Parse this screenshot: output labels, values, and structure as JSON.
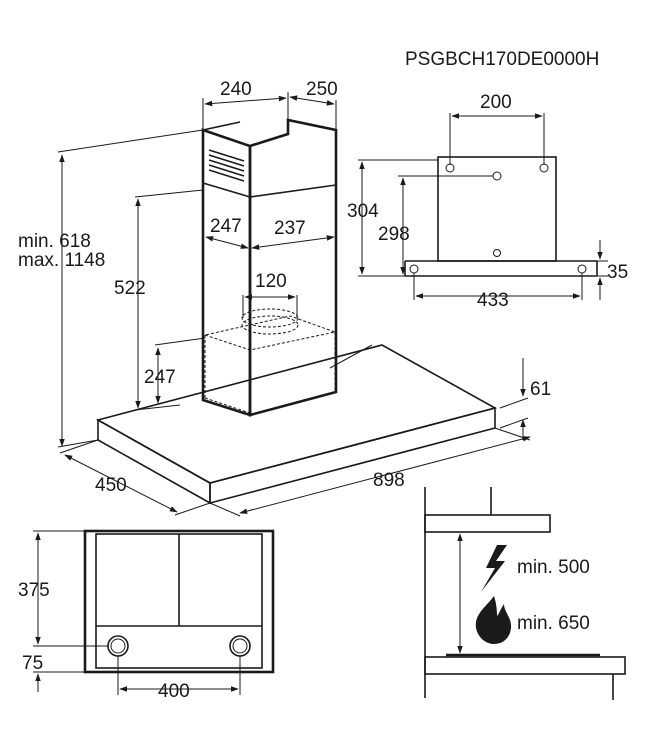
{
  "model_code": "PSGBCH170DE0000H",
  "main_view": {
    "chimney_width": "240",
    "chimney_depth": "250",
    "height_range": [
      "min. 618",
      "max. 1148"
    ],
    "chimney_inner_width": "247",
    "chimney_inner_depth": "237",
    "chimney_height": "522",
    "outlet_diameter": "120",
    "motor_height": "247",
    "canopy_thickness": "61",
    "canopy_depth": "450",
    "canopy_width": "898"
  },
  "bracket_view": {
    "hole_spacing": "200",
    "total_height": "304",
    "hole_height": "298",
    "base_height": "35",
    "base_spacing": "433"
  },
  "bottom_view": {
    "depth": "375",
    "edge_offset": "75",
    "light_spacing": "400"
  },
  "clearance_view": {
    "electric_min": "min. 500",
    "gas_min": "min. 650"
  },
  "icons": [
    "lightning-icon",
    "flame-icon"
  ]
}
